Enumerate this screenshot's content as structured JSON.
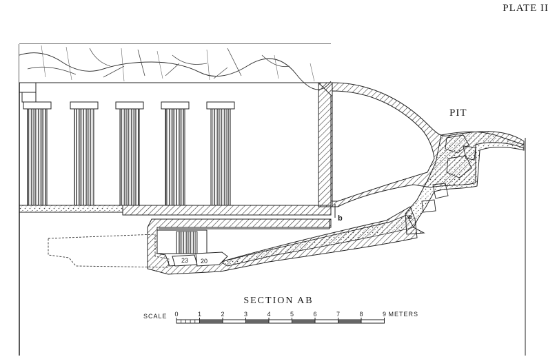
{
  "plate": {
    "label": "PLATE II"
  },
  "diagram": {
    "pit_label": "PIT",
    "section_title": "SECTION AB",
    "marker_b": "b",
    "marker_e": "e",
    "object_23": "23",
    "object_20": "20"
  },
  "scale": {
    "word": "SCALE",
    "ticks": [
      "0",
      "1",
      "2",
      "3",
      "4",
      "5",
      "6",
      "7",
      "8",
      "9"
    ],
    "unit": "METERS"
  }
}
